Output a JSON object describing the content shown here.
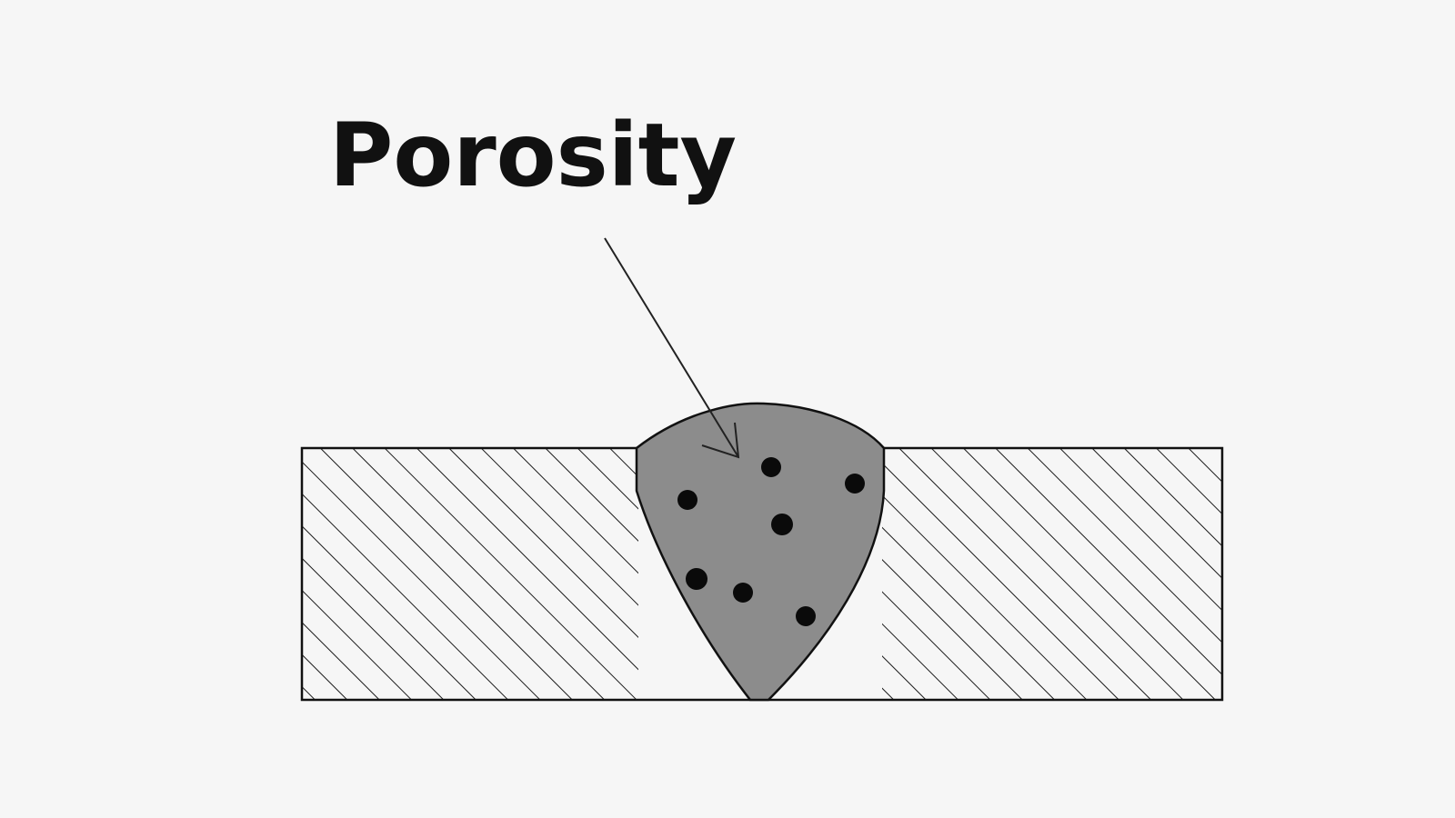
{
  "diagram": {
    "label": "Porosity",
    "colors": {
      "background": "#f6f6f6",
      "weld_fill": "#8c8c8c",
      "hatch": "#1a1a1a",
      "outline": "#111111",
      "pore": "#0a0a0a"
    },
    "parts": {
      "base_plate": "base-plate-hatched",
      "weld": "weld-bead",
      "pores": "porosity-voids"
    }
  }
}
